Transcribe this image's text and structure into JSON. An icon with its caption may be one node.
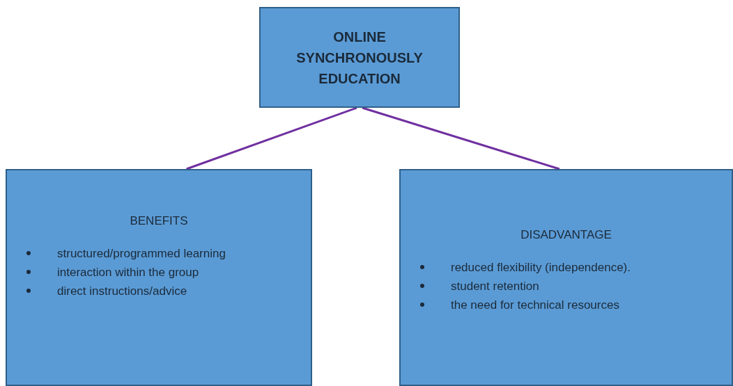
{
  "diagram": {
    "nodes": [
      {
        "text": [
          "ONLINE SYNCHRONOUSLY EDUCATION"
        ]
      },
      {
        "text": [
          "BENEFITS",
          "structured/programmed learning",
          "interaction within the group",
          "direct instructions/advice"
        ]
      },
      {
        "text": [
          "DISADVANTAGE",
          "reduced flexibility (independence).",
          "student retention",
          "the need for technical resources"
        ]
      }
    ],
    "edges": [
      {
        "from": 0,
        "to": 1,
        "arrow": "none"
      },
      {
        "from": 0,
        "to": 2,
        "arrow": "none"
      }
    ]
  }
}
